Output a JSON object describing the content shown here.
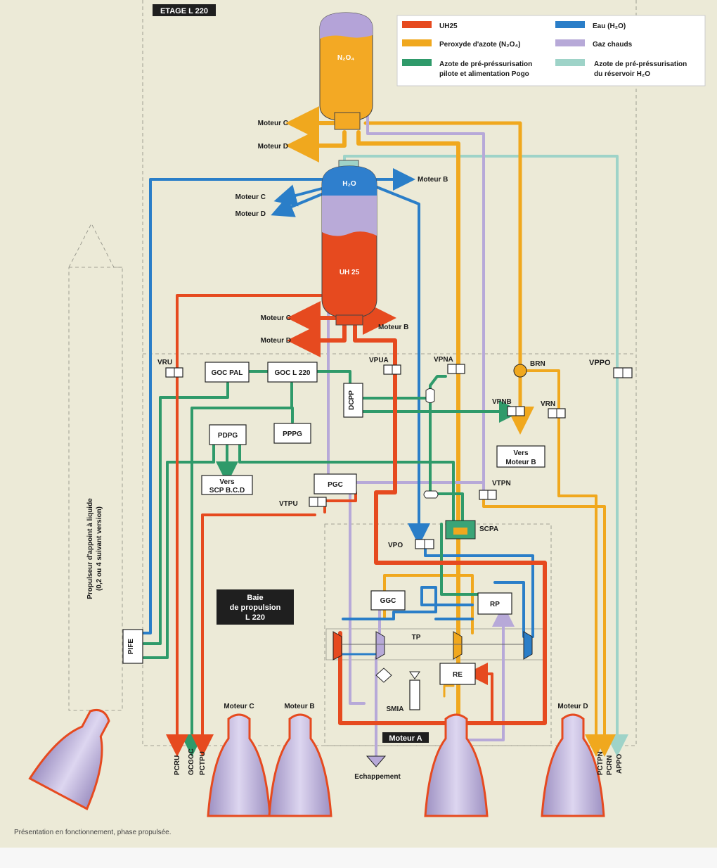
{
  "stage_title": "ETAGE L 220",
  "legend": {
    "items": [
      {
        "label": "UH25",
        "color": "#e64a1f"
      },
      {
        "label": "Eau (H₂O)",
        "color": "#2a7ec8"
      },
      {
        "label": "Peroxyde d'azote (N₂O₄)",
        "color": "#f0a81e"
      },
      {
        "label": "Gaz chauds",
        "color": "#b7a9d8"
      },
      {
        "label": "Azote de pré-préssurisation",
        "label2": "pilote et alimentation Pogo",
        "color": "#2f9a6a"
      },
      {
        "label": "Azote de pré-préssurisation",
        "label2": "du réservoir H₂O",
        "color": "#9ed3c8"
      }
    ]
  },
  "tanks": {
    "n2o4": "N₂O₄",
    "h2o": "H₂O",
    "uh25": "UH 25"
  },
  "motor_labels": {
    "c_top": "Moteur C",
    "d_top": "Moteur D",
    "c_mid": "Moteur C",
    "d_mid": "Moteur D",
    "b_mid": "Moteur B",
    "c_low": "Moteur C",
    "d_low": "Moteur D",
    "b_low": "Moteur B"
  },
  "components": {
    "goc_pal": "GOC PAL",
    "goc_l220": "GOC L 220",
    "dcpp": "DCPP",
    "pppg": "PPPG",
    "pdpg": "PDPG",
    "vers_scp_1": "Vers",
    "vers_scp_2": "SCP B.C.D",
    "pgc": "PGC",
    "vers_mb_1": "Vers",
    "vers_mb_2": "Moteur B",
    "ggc": "GGC",
    "rp": "RP",
    "re": "RE",
    "tp": "TP",
    "smia": "SMIA",
    "scpa": "SCPA",
    "pife": "PIFE"
  },
  "valves": {
    "vru": "VRU",
    "vpua": "VPUA",
    "vpna": "VPNA",
    "vpnb": "VPNB",
    "vrn": "VRN",
    "brn": "BRN",
    "vppo": "VPPO",
    "vtpn": "VTPN",
    "vtpu": "VTPU",
    "vpo": "VPO"
  },
  "bay": {
    "line1": "Baie",
    "line2": "de propulsion",
    "line3": "L 220"
  },
  "booster_label": {
    "line1": "Propulseur d'appoint à liquide",
    "line2": "(0,2 ou 4 suivant version)"
  },
  "engines": {
    "c": "Moteur C",
    "b": "Moteur B",
    "a": "Moteur A",
    "d": "Moteur D"
  },
  "outlets": {
    "pcru": "PCRU",
    "gcgoc": "GCGOC",
    "pctpu": "PCTPU",
    "pctpn": "PCTPN",
    "pcrn": "PCRN",
    "appo": "APPO",
    "exhaust": "Echappement"
  },
  "caption": "Présentation en fonctionnement, phase propulsée."
}
